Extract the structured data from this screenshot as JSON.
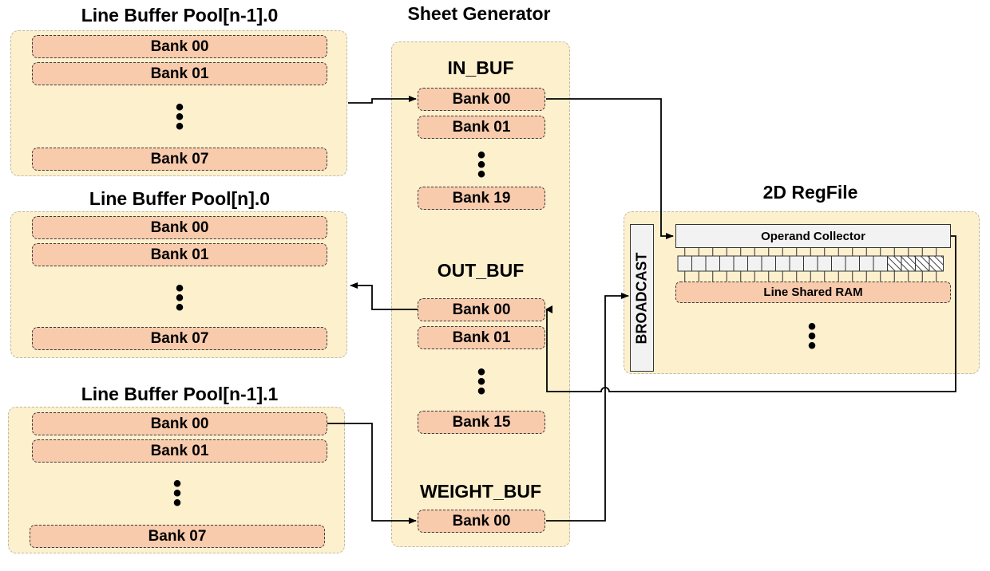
{
  "pools": {
    "left_top": {
      "title": "Line Buffer Pool[n-1].0",
      "banks": [
        "Bank 00",
        "Bank 01",
        "Bank 07"
      ]
    },
    "left_mid": {
      "title": "Line Buffer Pool[n].0",
      "banks": [
        "Bank 00",
        "Bank 01",
        "Bank 07"
      ]
    },
    "left_bot": {
      "title": "Line Buffer Pool[n-1].1",
      "banks": [
        "Bank 00",
        "Bank 01",
        "Bank 07"
      ]
    }
  },
  "sheet_generator": {
    "title": "Sheet Generator",
    "in_buf": {
      "label": "IN_BUF",
      "banks": [
        "Bank 00",
        "Bank 01",
        "Bank 19"
      ]
    },
    "out_buf": {
      "label": "OUT_BUF",
      "banks": [
        "Bank 00",
        "Bank 01",
        "Bank 15"
      ]
    },
    "weight_buf": {
      "label": "WEIGHT_BUF",
      "banks": [
        "Bank 00"
      ]
    }
  },
  "regfile": {
    "title": "2D RegFile",
    "broadcast": "BROADCAST",
    "operand_collector": "Operand Collector",
    "line_shared_ram": "Line Shared RAM",
    "cells": 19,
    "hatched_cells": 4
  }
}
